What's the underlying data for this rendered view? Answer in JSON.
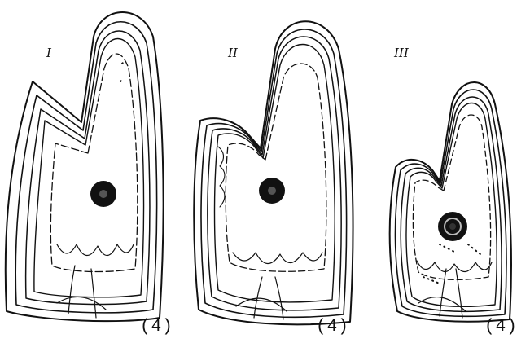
{
  "figure": {
    "panels": [
      {
        "label": "I",
        "caption": "(4)"
      },
      {
        "label": "II",
        "caption": "(4)"
      },
      {
        "label": "III",
        "caption": "(4)"
      }
    ],
    "colors": {
      "ink": "#111111",
      "background": "#ffffff"
    }
  }
}
